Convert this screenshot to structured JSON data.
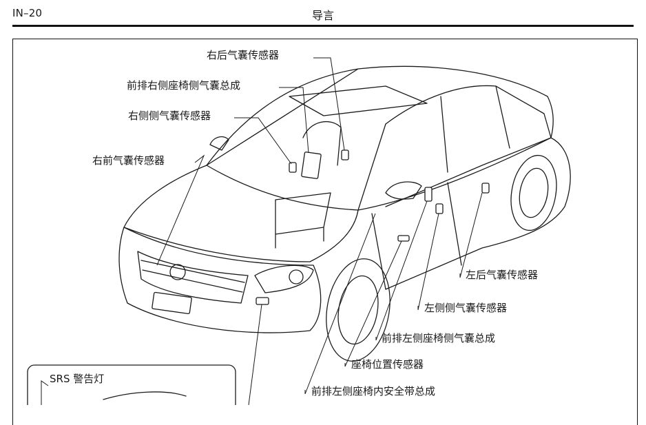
{
  "header": {
    "page_number": "IN–20",
    "title": "导言"
  },
  "figure": {
    "labels": {
      "right_rear_airbag_sensor": "右后气囊传感器",
      "front_right_seat_side_airbag": "前排右侧座椅侧气囊总成",
      "right_side_airbag_sensor": "右侧侧气囊传感器",
      "right_front_airbag_sensor": "右前气囊传感器",
      "left_rear_airbag_sensor": "左后气囊传感器",
      "left_side_airbag_sensor": "左侧侧气囊传感器",
      "front_left_seat_side_airbag": "前排左侧座椅侧气囊总成",
      "seat_position_sensor": "座椅位置传感器",
      "front_left_seat_inner_belt": "前排左侧座椅内安全带总成",
      "srs_warning_light": "SRS 警告灯"
    }
  }
}
